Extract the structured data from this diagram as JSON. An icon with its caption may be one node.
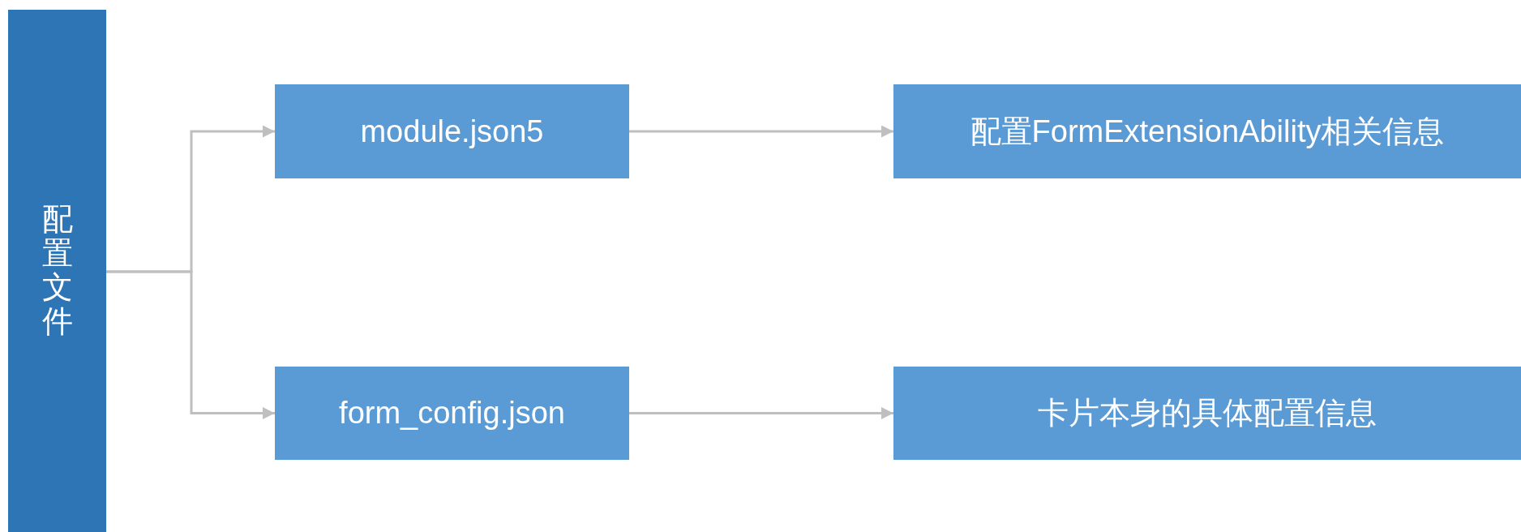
{
  "diagram": {
    "nodes": [
      {
        "text": [
          "配置文件"
        ]
      },
      {
        "text": [
          "module.json5"
        ]
      },
      {
        "text": [
          "form_config.json"
        ]
      },
      {
        "text": [
          "配置FormExtensionAbility相关信息"
        ]
      },
      {
        "text": [
          "卡片本身的具体配置信息"
        ]
      }
    ],
    "edges": [
      {
        "from": 0,
        "to": 1,
        "arrow": "to"
      },
      {
        "from": 0,
        "to": 2,
        "arrow": "to"
      },
      {
        "from": 1,
        "to": 3,
        "arrow": "to"
      },
      {
        "from": 2,
        "to": 4,
        "arrow": "to"
      }
    ]
  }
}
